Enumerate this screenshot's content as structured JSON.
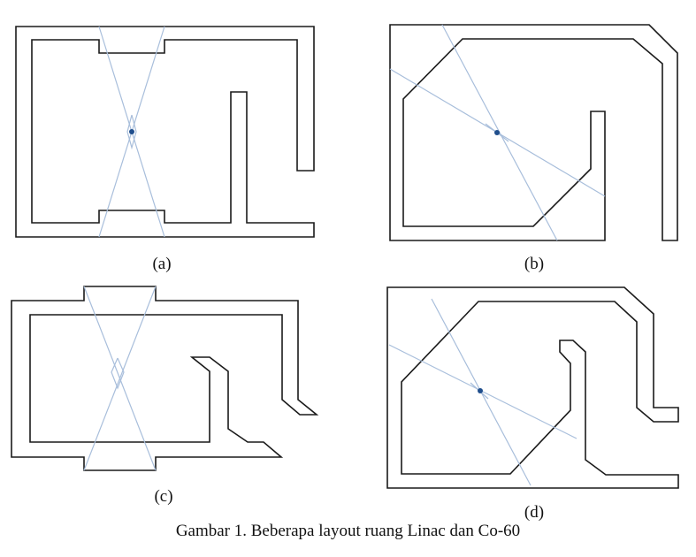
{
  "figure": {
    "caption": "Gambar 1. Beberapa layout ruang Linac dan Co-60",
    "panels": [
      {
        "label": "(a)"
      },
      {
        "label": "(b)"
      },
      {
        "label": "(c)"
      },
      {
        "label": "(d)"
      }
    ]
  },
  "colors": {
    "wall": "#1a1a1a",
    "beam": "#a8bedb",
    "isocenter": "#1f4e8c"
  }
}
